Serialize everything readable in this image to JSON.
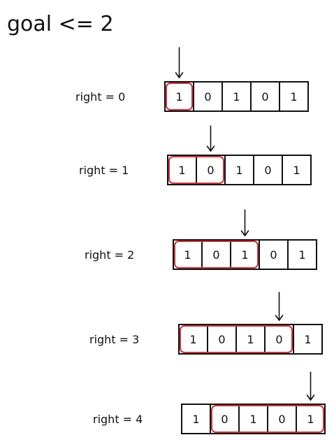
{
  "title": "goal <= 2",
  "array": [
    "1",
    "0",
    "1",
    "0",
    "1"
  ],
  "steps": [
    {
      "label": "right = 0",
      "window_start": 0,
      "window_end": 0,
      "arrow_index": 0
    },
    {
      "label": "right = 1",
      "window_start": 0,
      "window_end": 1,
      "arrow_index": 1
    },
    {
      "label": "right = 2",
      "window_start": 0,
      "window_end": 2,
      "arrow_index": 2
    },
    {
      "label": "right = 3",
      "window_start": 0,
      "window_end": 3,
      "arrow_index": 3
    },
    {
      "label": "right = 4",
      "window_start": 1,
      "window_end": 4,
      "arrow_index": 4
    }
  ],
  "colors": {
    "window": "#c8343a",
    "ink": "#111111"
  }
}
